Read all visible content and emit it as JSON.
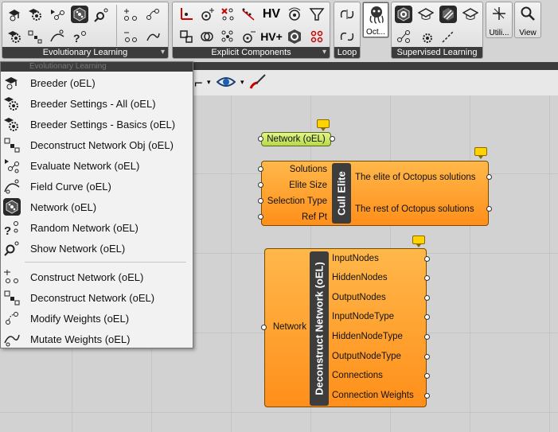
{
  "ribbon": {
    "panels": [
      {
        "label": "Evolutionary Learning"
      },
      {
        "label": "Explicit Components"
      },
      {
        "label": "Loop"
      },
      {
        "label": ""
      },
      {
        "label": "Supervised Learning"
      },
      {
        "label": ""
      }
    ],
    "big_buttons": [
      {
        "label": "Oct..."
      },
      {
        "label": "Utili..."
      },
      {
        "label": "View"
      }
    ],
    "hv_label": "HV",
    "hv_plus_label": "HV+"
  },
  "menu": {
    "header": "Evolutionary Learning",
    "items": [
      {
        "label": "Breeder (oEL)",
        "icon": "breeder-icon"
      },
      {
        "label": "Breeder Settings - All (oEL)",
        "icon": "gear-settings-icon"
      },
      {
        "label": "Breeder Settings - Basics (oEL)",
        "icon": "gear-settings-icon"
      },
      {
        "label": "Deconstruct Network Obj (oEL)",
        "icon": "deconstruct-icon"
      },
      {
        "label": "Evaluate Network (oEL)",
        "icon": "network-icon"
      },
      {
        "label": "Field Curve (oEL)",
        "icon": "curve-icon"
      },
      {
        "label": "Network (oEL)",
        "icon": "hex-network-icon"
      },
      {
        "label": "Random Network (oEL)",
        "icon": "random-network-icon"
      },
      {
        "label": "Show Network (oEL)",
        "icon": "search-network-icon"
      },
      {
        "label": "Construct Network (oEL)",
        "icon": "construct-icon"
      },
      {
        "label": "Deconstruct Network (oEL)",
        "icon": "deconstruct-icon"
      },
      {
        "label": "Modify Weights (oEL)",
        "icon": "weights-icon"
      },
      {
        "label": "Mutate Weights (oEL)",
        "icon": "mutate-icon"
      }
    ]
  },
  "canvas": {
    "network_param": {
      "label": "Network (oEL)"
    },
    "cull_elite": {
      "title": "Cull Elite",
      "inputs": [
        "Solutions",
        "Elite Size",
        "Selection Type",
        "Ref Pt"
      ],
      "outputs": [
        "The elite of Octopus solutions",
        "The rest of Octopus solutions"
      ]
    },
    "deconstruct_network": {
      "title": "Deconstruct Network (oEL)",
      "inputs": [
        "Network"
      ],
      "outputs": [
        "InputNodes",
        "HiddenNodes",
        "OutputNodes",
        "InputNodeType",
        "HiddenNodeType",
        "OutputNodeType",
        "Connections",
        "Connection Weights"
      ]
    }
  },
  "colors": {
    "component_orange": "#ff9a2a",
    "param_green": "#c8e26a",
    "title_dark": "#3d3d3d",
    "bubble_yellow": "#ffd200"
  }
}
